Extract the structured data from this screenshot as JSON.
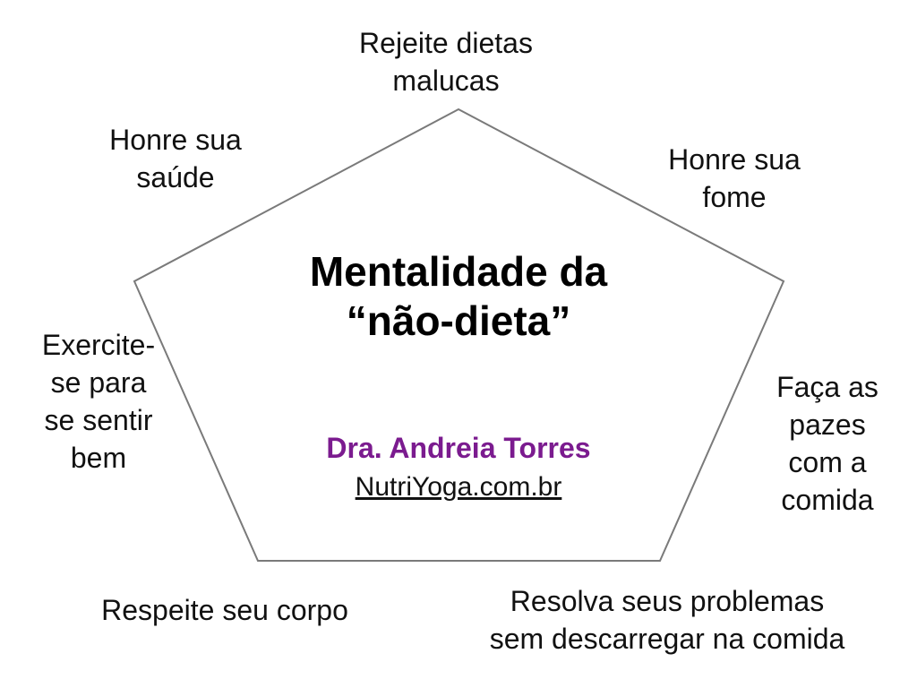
{
  "diagram": {
    "center": {
      "title_line1": "Mentalidade da",
      "title_line2": "“não-dieta”",
      "author": "Dra. Andreia Torres",
      "website": "NutriYoga.com.br"
    },
    "principles": {
      "top": [
        "Rejeite dietas",
        "malucas"
      ],
      "upper_right": [
        "Honre sua",
        "fome"
      ],
      "right": [
        "Faça as",
        "pazes",
        "com a",
        "comida"
      ],
      "bottom_right": [
        "Resolva seus problemas",
        "sem descarregar na comida"
      ],
      "bottom_left": [
        "Respeite seu corpo"
      ],
      "left": [
        "Exercite-",
        "se para",
        "se sentir",
        "bem"
      ],
      "upper_left": [
        "Honre sua",
        "saúde"
      ]
    },
    "colors": {
      "author": "#7b1b8f",
      "outline": "#7a7a7a"
    }
  }
}
